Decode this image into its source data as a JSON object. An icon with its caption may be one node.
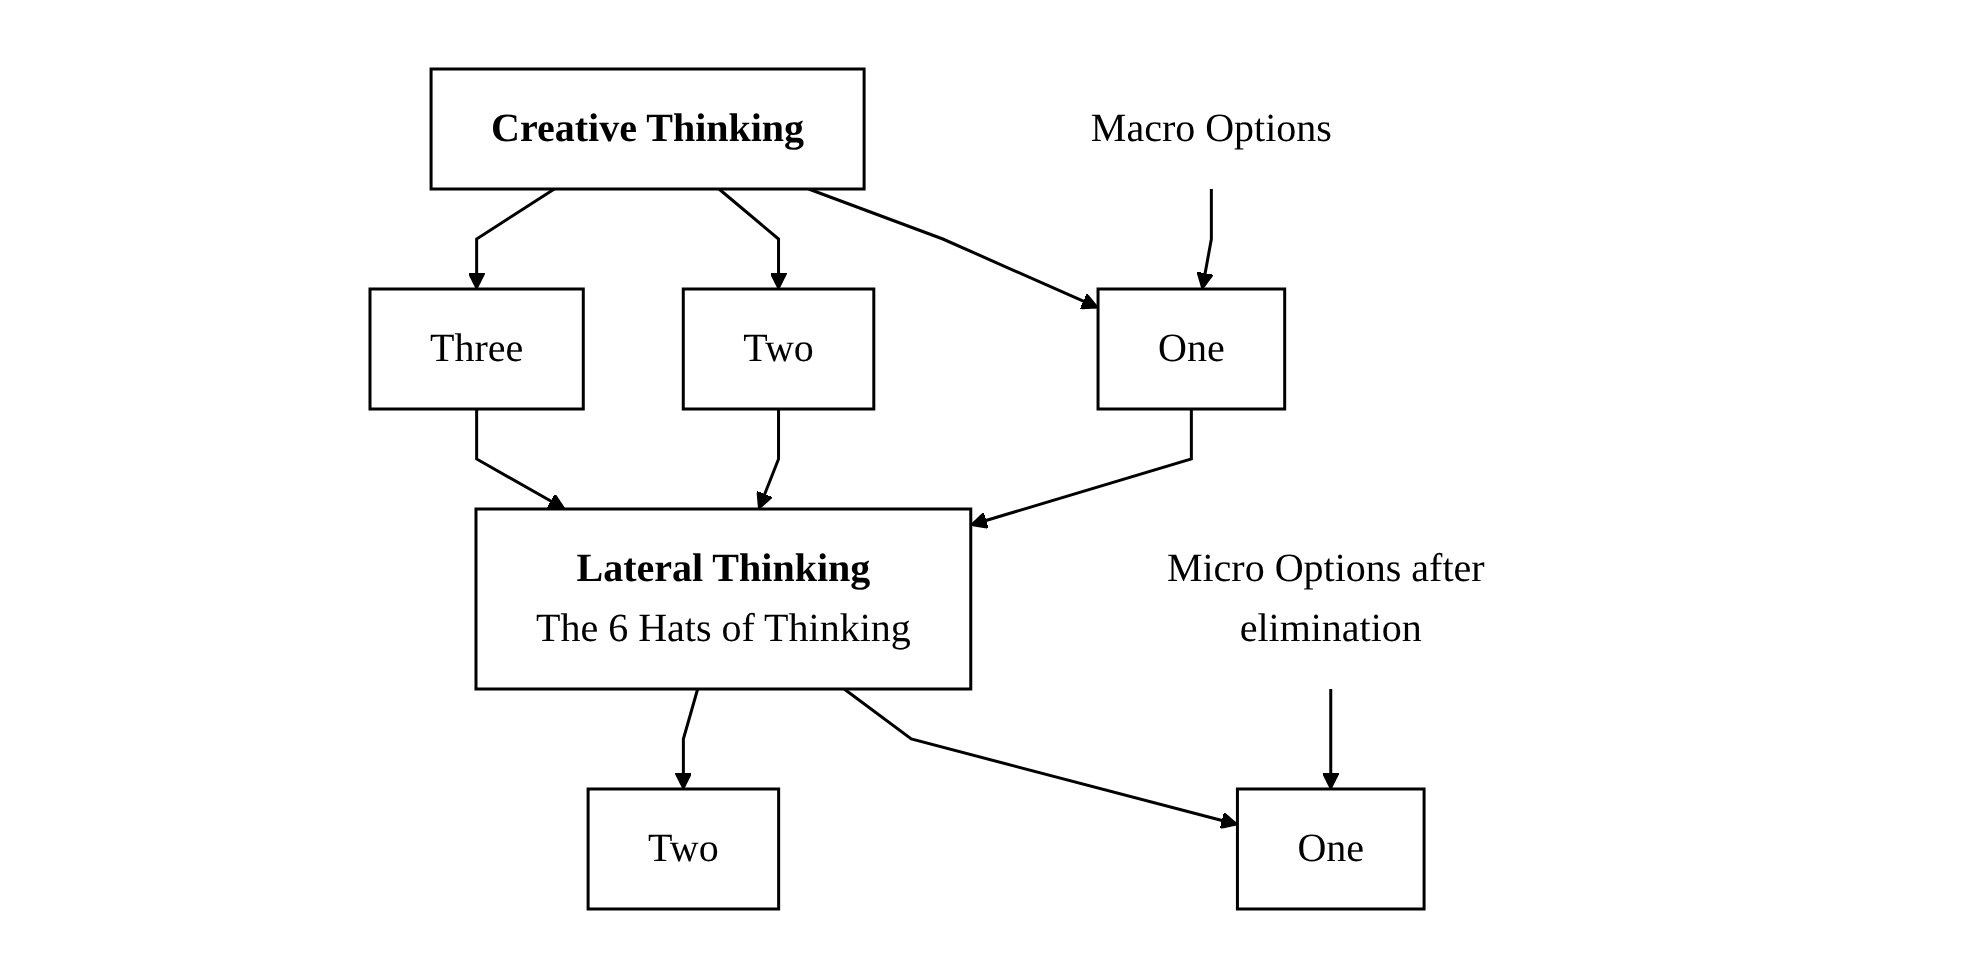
{
  "diagram": {
    "nodes": [
      {
        "text": [
          "Creative Thinking"
        ]
      },
      {
        "text": [
          "Macro Options"
        ]
      },
      {
        "text": [
          "One"
        ]
      },
      {
        "text": [
          "Two"
        ]
      },
      {
        "text": [
          "Three"
        ]
      },
      {
        "text": [
          "Lateral Thinking",
          "The 6 Hats of Thinking"
        ]
      },
      {
        "text": [
          "Micro Options after elimination"
        ]
      },
      {
        "text": [
          "One"
        ]
      },
      {
        "text": [
          "Two"
        ]
      }
    ],
    "edges": [
      {
        "from": 0,
        "to": 2,
        "arrow": "to"
      },
      {
        "from": 0,
        "to": 3,
        "arrow": "to"
      },
      {
        "from": 0,
        "to": 4,
        "arrow": "to"
      },
      {
        "from": 1,
        "to": 2,
        "arrow": "to"
      },
      {
        "from": 2,
        "to": 5,
        "arrow": "to"
      },
      {
        "from": 3,
        "to": 5,
        "arrow": "to"
      },
      {
        "from": 4,
        "to": 5,
        "arrow": "to"
      },
      {
        "from": 5,
        "to": 7,
        "arrow": "to"
      },
      {
        "from": 5,
        "to": 8,
        "arrow": "to"
      },
      {
        "from": 6,
        "to": 7,
        "arrow": "to"
      }
    ]
  }
}
